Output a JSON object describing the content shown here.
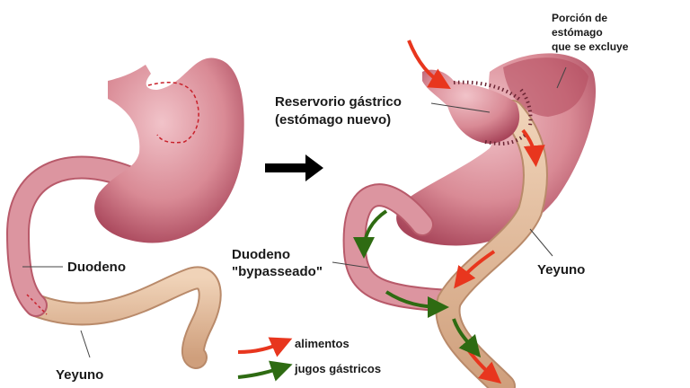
{
  "labels": {
    "excluded_portion": [
      "Porción de",
      "estómago",
      "que se excluye"
    ],
    "gastric_pouch": [
      "Reservorio gástrico",
      "(estómago nuevo)"
    ],
    "duodenum_left": "Duodeno",
    "jejunum_left": "Yeyuno",
    "duodenum_bypassed": [
      "Duodeno",
      "\"bypasseado\""
    ],
    "jejunum_right": "Yeyuno"
  },
  "legend": [
    {
      "label": "alimentos",
      "color": "#e8361e"
    },
    {
      "label": "jugos gástricos",
      "color": "#2e6b12"
    }
  ],
  "colors": {
    "stomach": "#d98a95",
    "stomach_dark": "#b54e60",
    "jejunum": "#e3bb98",
    "arrow": "#000000"
  }
}
